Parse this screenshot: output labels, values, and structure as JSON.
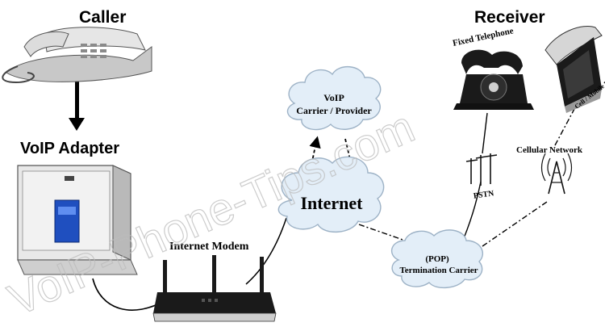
{
  "nodes": {
    "caller": "Caller",
    "voip_adapter": "VoIP Adapter",
    "internet_modem": "Internet Modem",
    "voip_carrier_line1": "VoIP",
    "voip_carrier_line2": "Carrier / Provider",
    "internet": "Internet",
    "pop_line1": "(POP)",
    "pop_line2": "Termination Carrier",
    "receiver": "Receiver",
    "fixed_telephone": "Fixed Telephone",
    "cell_phone": "Cell / Mobile Phone",
    "pstn": "PSTN",
    "cellular_network": "Cellular Network"
  },
  "watermark": "VoIP-Phone-Tips.com",
  "colors": {
    "text": "#000000",
    "cloud_fill": "#e3eef8",
    "cloud_stroke": "#9db2c6",
    "device_dark": "#1a1a1a",
    "device_light": "#d8d8d8",
    "adapter_screen": "#1f4fbf",
    "watermark": "#d2d2d2"
  },
  "icons": [
    "desk-phone-icon",
    "voip-adapter-icon",
    "router-icon",
    "rotary-phone-icon",
    "mobile-phone-icon",
    "pstn-tower-icon",
    "cell-tower-icon"
  ]
}
